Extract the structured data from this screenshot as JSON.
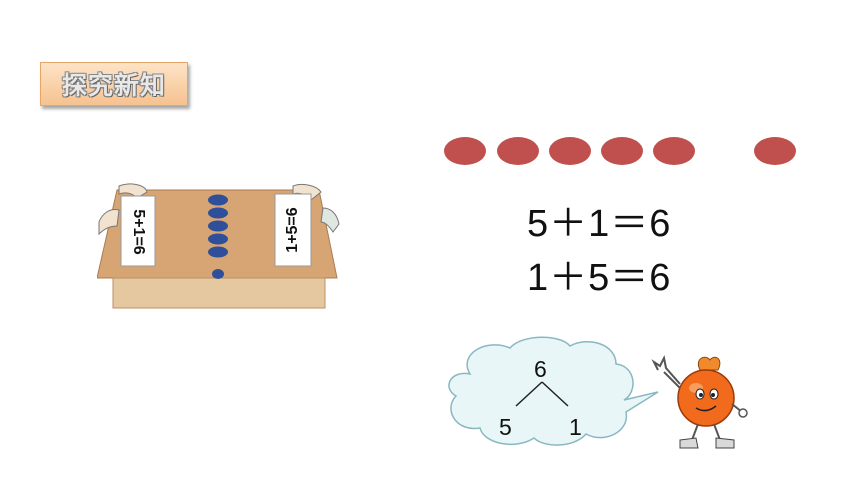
{
  "section_badge": {
    "label": "探究新知"
  },
  "counters": {
    "group_a_count": 5,
    "group_b_count": 1,
    "color": "#c0504d"
  },
  "equations": {
    "line1": "5＋1＝6",
    "line2": "1＋5＝6"
  },
  "decomposition": {
    "total": "6",
    "left_part": "5",
    "right_part": "1"
  },
  "table_cards": {
    "left_card": "5+1=6",
    "right_card": "1+5=6"
  },
  "colors": {
    "cloud_fill": "#e8f6f7",
    "cloud_stroke": "#8ab7c2",
    "card_dots": "#2f4f9a"
  }
}
